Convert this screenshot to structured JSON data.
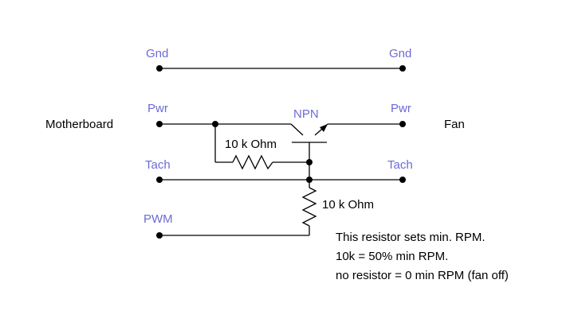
{
  "labels": {
    "motherboard": "Motherboard",
    "fan": "Fan",
    "gnd_left": "Gnd",
    "gnd_right": "Gnd",
    "pwr_left": "Pwr",
    "pwr_right": "Pwr",
    "tach_left": "Tach",
    "tach_right": "Tach",
    "pwm": "PWM",
    "transistor": "NPN",
    "resistor_base": "10 k Ohm",
    "resistor_pwm": "10 k Ohm"
  },
  "note": {
    "line1": "This resistor sets min. RPM.",
    "line2": "10k = 50% min RPM.",
    "line3": "no resistor = 0 min RPM (fan off)"
  },
  "colors": {
    "pin_label": "#6b6bd6",
    "text": "#000000",
    "wire": "#000000",
    "background": "#ffffff"
  }
}
